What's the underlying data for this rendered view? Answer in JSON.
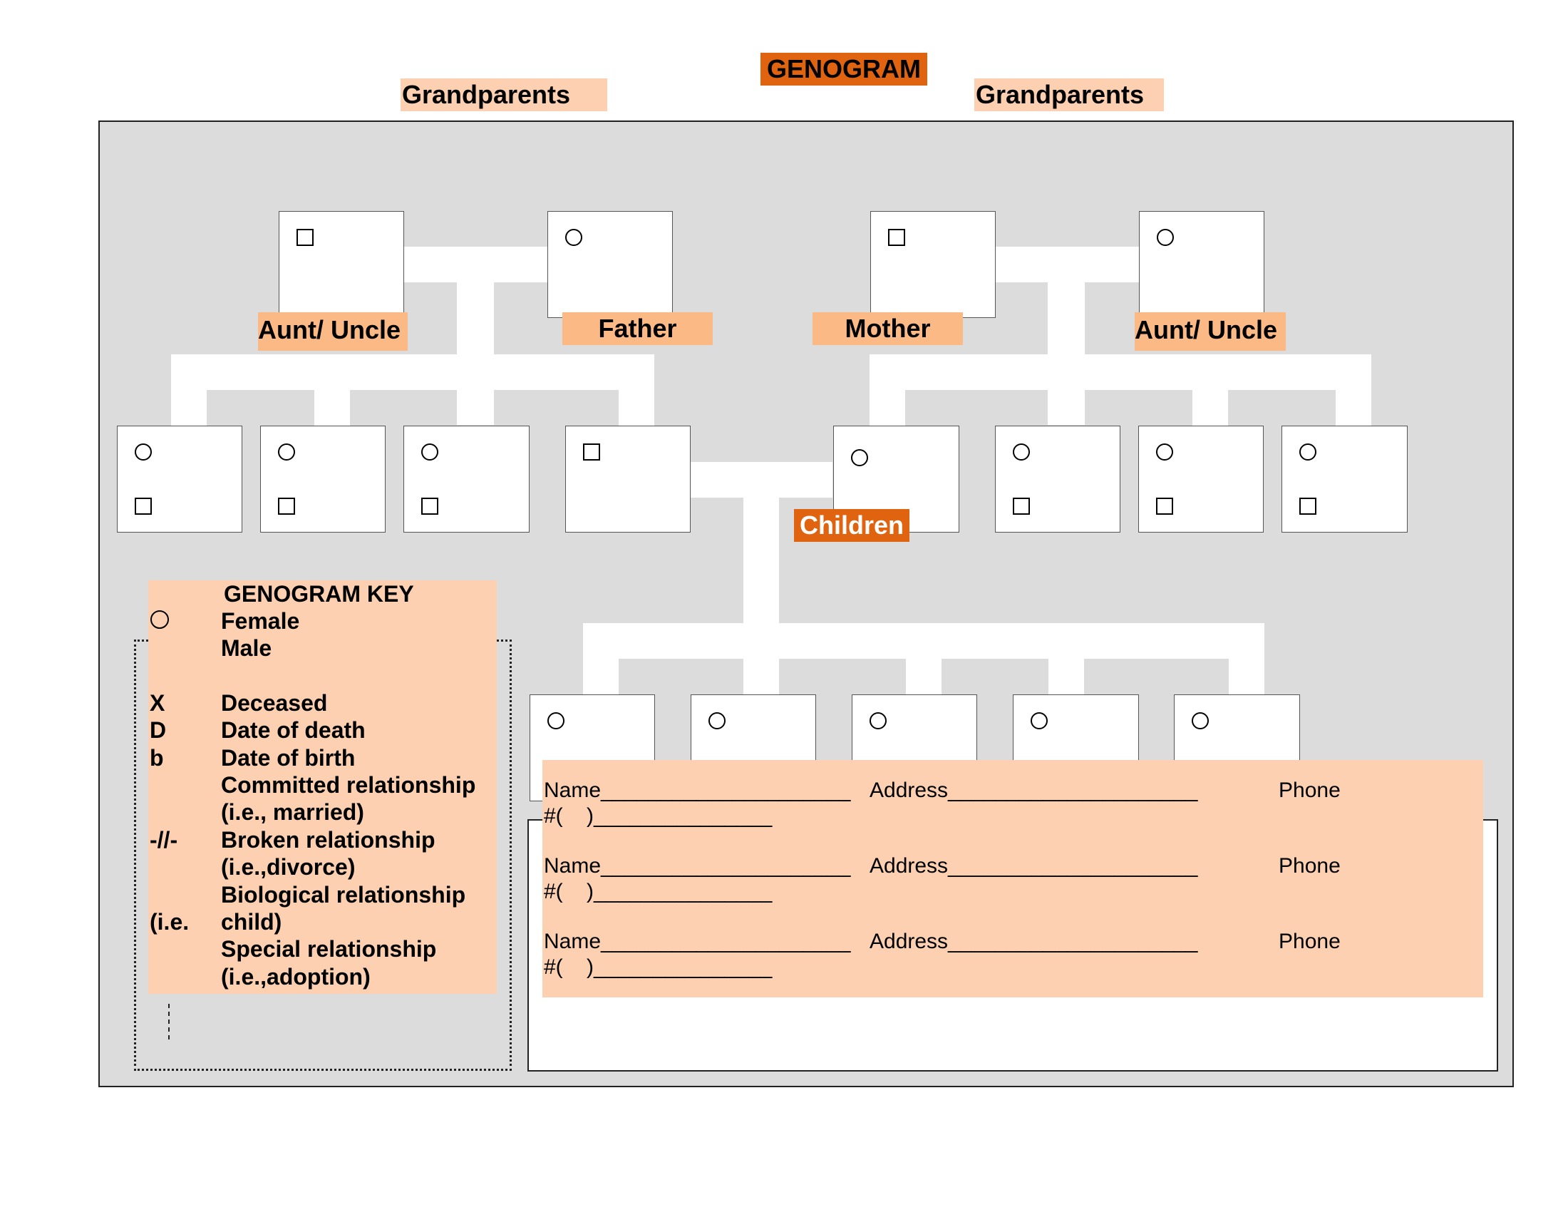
{
  "title": "GENOGRAM",
  "grandparents_left": "Grandparents",
  "grandparents_right": "Grandparents",
  "labels": {
    "aunt_uncle_left": "Aunt/ Uncle",
    "father": "Father",
    "mother": "Mother",
    "aunt_uncle_right": "Aunt/ Uncle",
    "children": "Children"
  },
  "symbols": {
    "circle": "○",
    "square": "□"
  },
  "key": {
    "heading": "GENOGRAM KEY",
    "rows": [
      {
        "symbol": "",
        "text": "Female"
      },
      {
        "symbol": "",
        "text": "Male"
      },
      {
        "symbol": "X",
        "text": "Deceased"
      },
      {
        "symbol": "D",
        "text": "Date of death"
      },
      {
        "symbol": "b",
        "text": "Date of birth"
      },
      {
        "symbol": "",
        "text": "Committed relationship"
      },
      {
        "symbol": "",
        "text": "(i.e., married)"
      },
      {
        "symbol": "-//-",
        "text": "Broken relationship"
      },
      {
        "symbol": "",
        "text": "(i.e.,divorce)"
      },
      {
        "symbol": "",
        "text": "Biological relationship"
      },
      {
        "symbol": "(i.e.",
        "text": "child)"
      },
      {
        "symbol": "",
        "text": "Special relationship"
      },
      {
        "symbol": "",
        "text": "(i.e.,adoption)"
      }
    ]
  },
  "contacts": [
    {
      "name": "Name_____________________",
      "address": "Address_____________________",
      "phone": "Phone",
      "phone_num": "#(    )_______________"
    },
    {
      "name": "Name_____________________",
      "address": "Address_____________________",
      "phone": "Phone",
      "phone_num": "#(    )_______________"
    },
    {
      "name": "Name_____________________",
      "address": "Address_____________________",
      "phone": "Phone",
      "phone_num": "#(    )_______________"
    }
  ]
}
